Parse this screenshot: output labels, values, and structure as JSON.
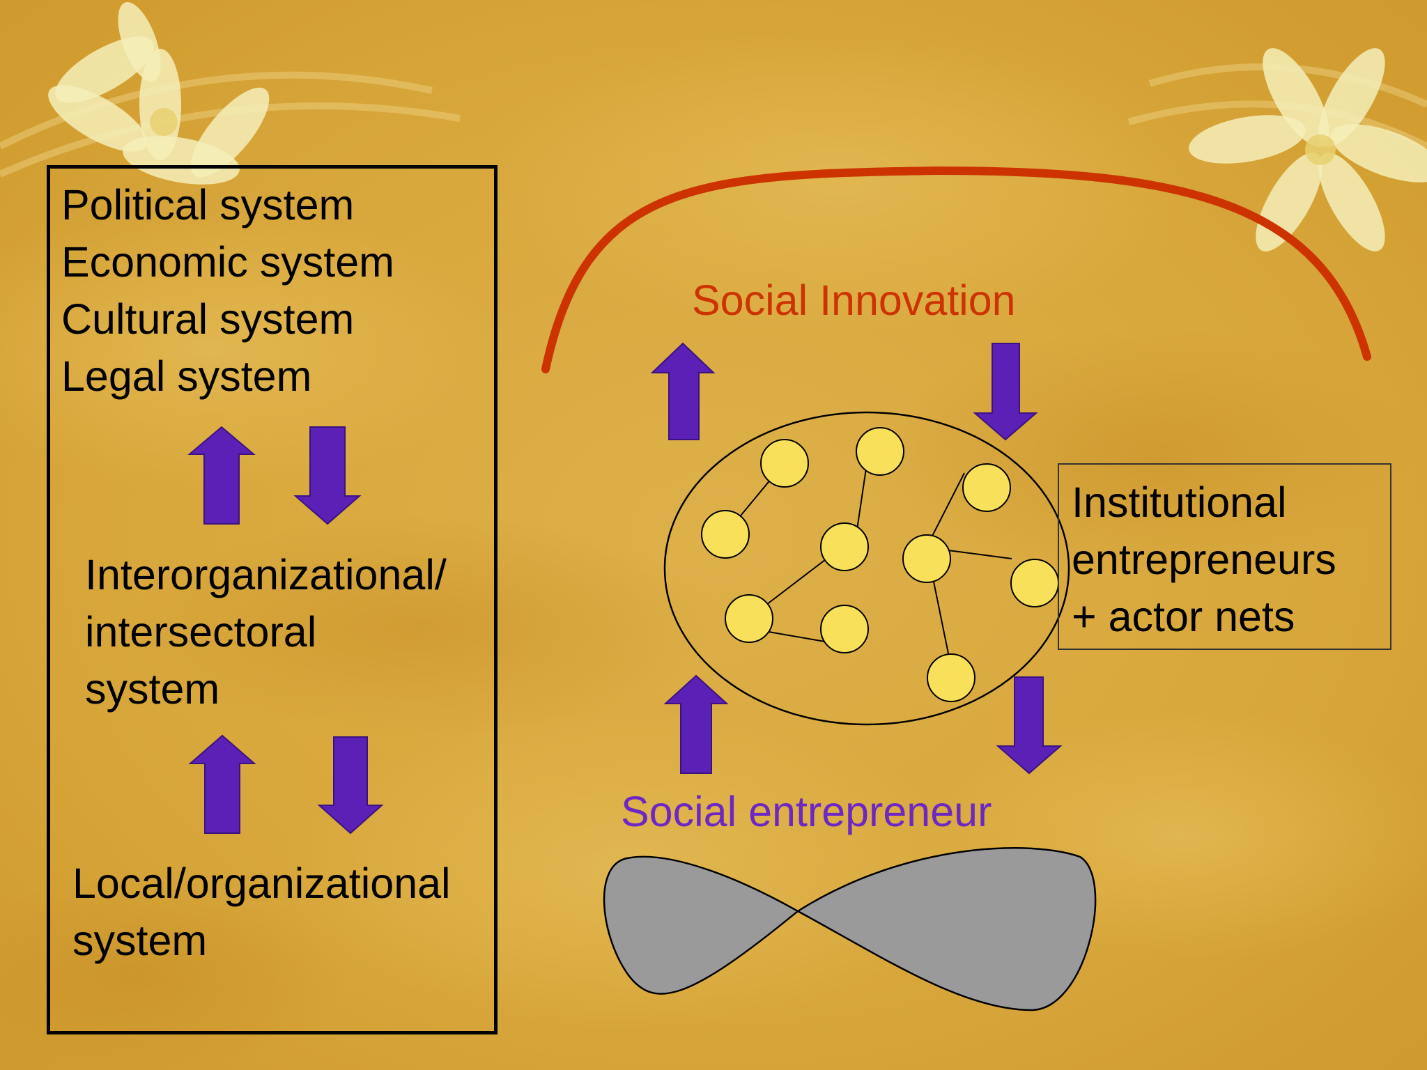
{
  "left_panel": {
    "systems": [
      "Political system",
      "Economic system",
      "Cultural system",
      "Legal system"
    ],
    "middle_label": [
      "Interorganizational/",
      "intersectoral",
      "system"
    ],
    "bottom_label": [
      "Local/organizational",
      "system"
    ]
  },
  "right_panel": {
    "social_innovation": "Social Innovation",
    "social_entrepreneur": "Social entrepreneur",
    "institutional_box": [
      "Institutional",
      "entrepreneurs",
      "+ actor nets"
    ]
  },
  "colors": {
    "background": "#dcae3f",
    "arrow_fill": "#5b21b6",
    "arc": "#cc3300",
    "social_innovation_text": "#cc3300",
    "social_entrepreneur_text": "#6d28c4",
    "node_fill": "#f8e05a",
    "bowtie_fill": "#9a9a9a"
  }
}
